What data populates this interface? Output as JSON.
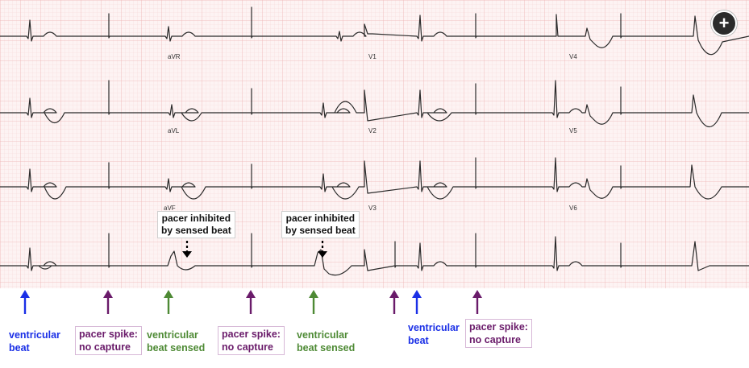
{
  "leads": {
    "avr": "aVR",
    "avl": "aVL",
    "avf": "aVF",
    "v1": "V1",
    "v2": "V2",
    "v3": "V3",
    "v4": "V4",
    "v5": "V5",
    "v6": "V6"
  },
  "callouts": {
    "first": {
      "line1": "pacer inhibited",
      "line2": "by sensed beat"
    },
    "second": {
      "line1": "pacer inhibited",
      "line2": "by sensed beat"
    }
  },
  "annotations": [
    {
      "line1": "ventricular",
      "line2": "beat",
      "color": "#1a2fe6"
    },
    {
      "line1": "pacer spike:",
      "line2": "no capture",
      "color": "#6a1b6a"
    },
    {
      "line1": "ventricular",
      "line2": "beat sensed",
      "color": "#4e8a35"
    },
    {
      "line1": "pacer spike:",
      "line2": "no capture",
      "color": "#6a1b6a"
    },
    {
      "line1": "ventricular",
      "line2": "beat sensed",
      "color": "#4e8a35"
    },
    {
      "line1": "ventricular",
      "line2": "beat",
      "color": "#1a2fe6"
    },
    {
      "line1": "pacer spike:",
      "line2": "no capture",
      "color": "#6a1b6a"
    }
  ],
  "colors": {
    "ventricular": "#1a2fe6",
    "pacer": "#6a1b6a",
    "sensed": "#4e8a35",
    "grid_minor": "#f7d6d6",
    "grid_major": "#efb3b3",
    "trace": "#2a2a2a"
  },
  "icons": {
    "zoom": "plus-circle-icon"
  }
}
